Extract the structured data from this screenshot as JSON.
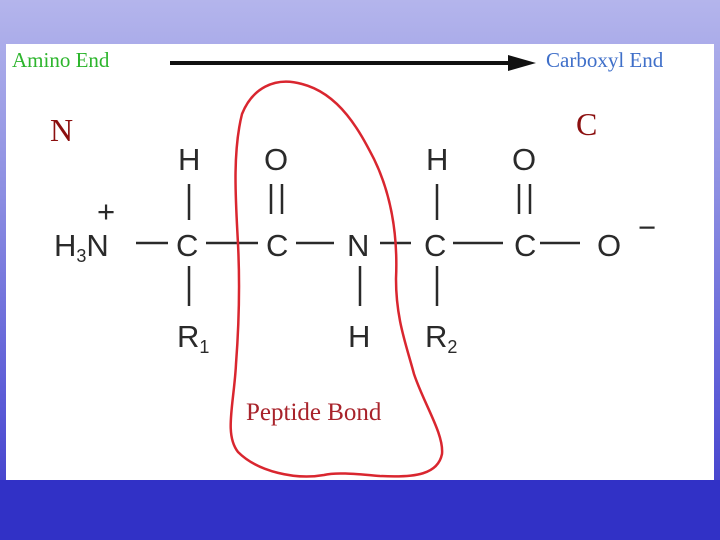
{
  "header": {
    "amino_end_label": "Amino End",
    "carboxyl_end_label": "Carboxyl End"
  },
  "terminals": {
    "n_label": "N",
    "c_label": "C"
  },
  "structure": {
    "h3n_main": "H",
    "h3n_sub": "3",
    "h3n_tail": "N",
    "plus_charge": "+",
    "alpha_carbon_1": "C",
    "alpha_h_1": "H",
    "r_group_1_main": "R",
    "r_group_1_sub": "1",
    "carbonyl_carbon_1": "C",
    "carbonyl_oxygen_1": "O",
    "amide_nitrogen": "N",
    "amide_hydrogen": "H",
    "alpha_carbon_2": "C",
    "alpha_h_2": "H",
    "r_group_2_main": "R",
    "r_group_2_sub": "2",
    "carbonyl_carbon_2": "C",
    "carbonyl_oxygen_2": "O",
    "terminal_oxygen": "O",
    "minus_charge": "−"
  },
  "annotation": {
    "peptide_bond_label": "Peptide Bond"
  },
  "colors": {
    "amino_end": "#2db52d",
    "carboxyl_end": "#3f6fc9",
    "highlight_loop": "#d9262f",
    "peptide_label": "#a8232b",
    "terminal_letters": "#8b0f0f",
    "structure": "#2a2a2a"
  }
}
